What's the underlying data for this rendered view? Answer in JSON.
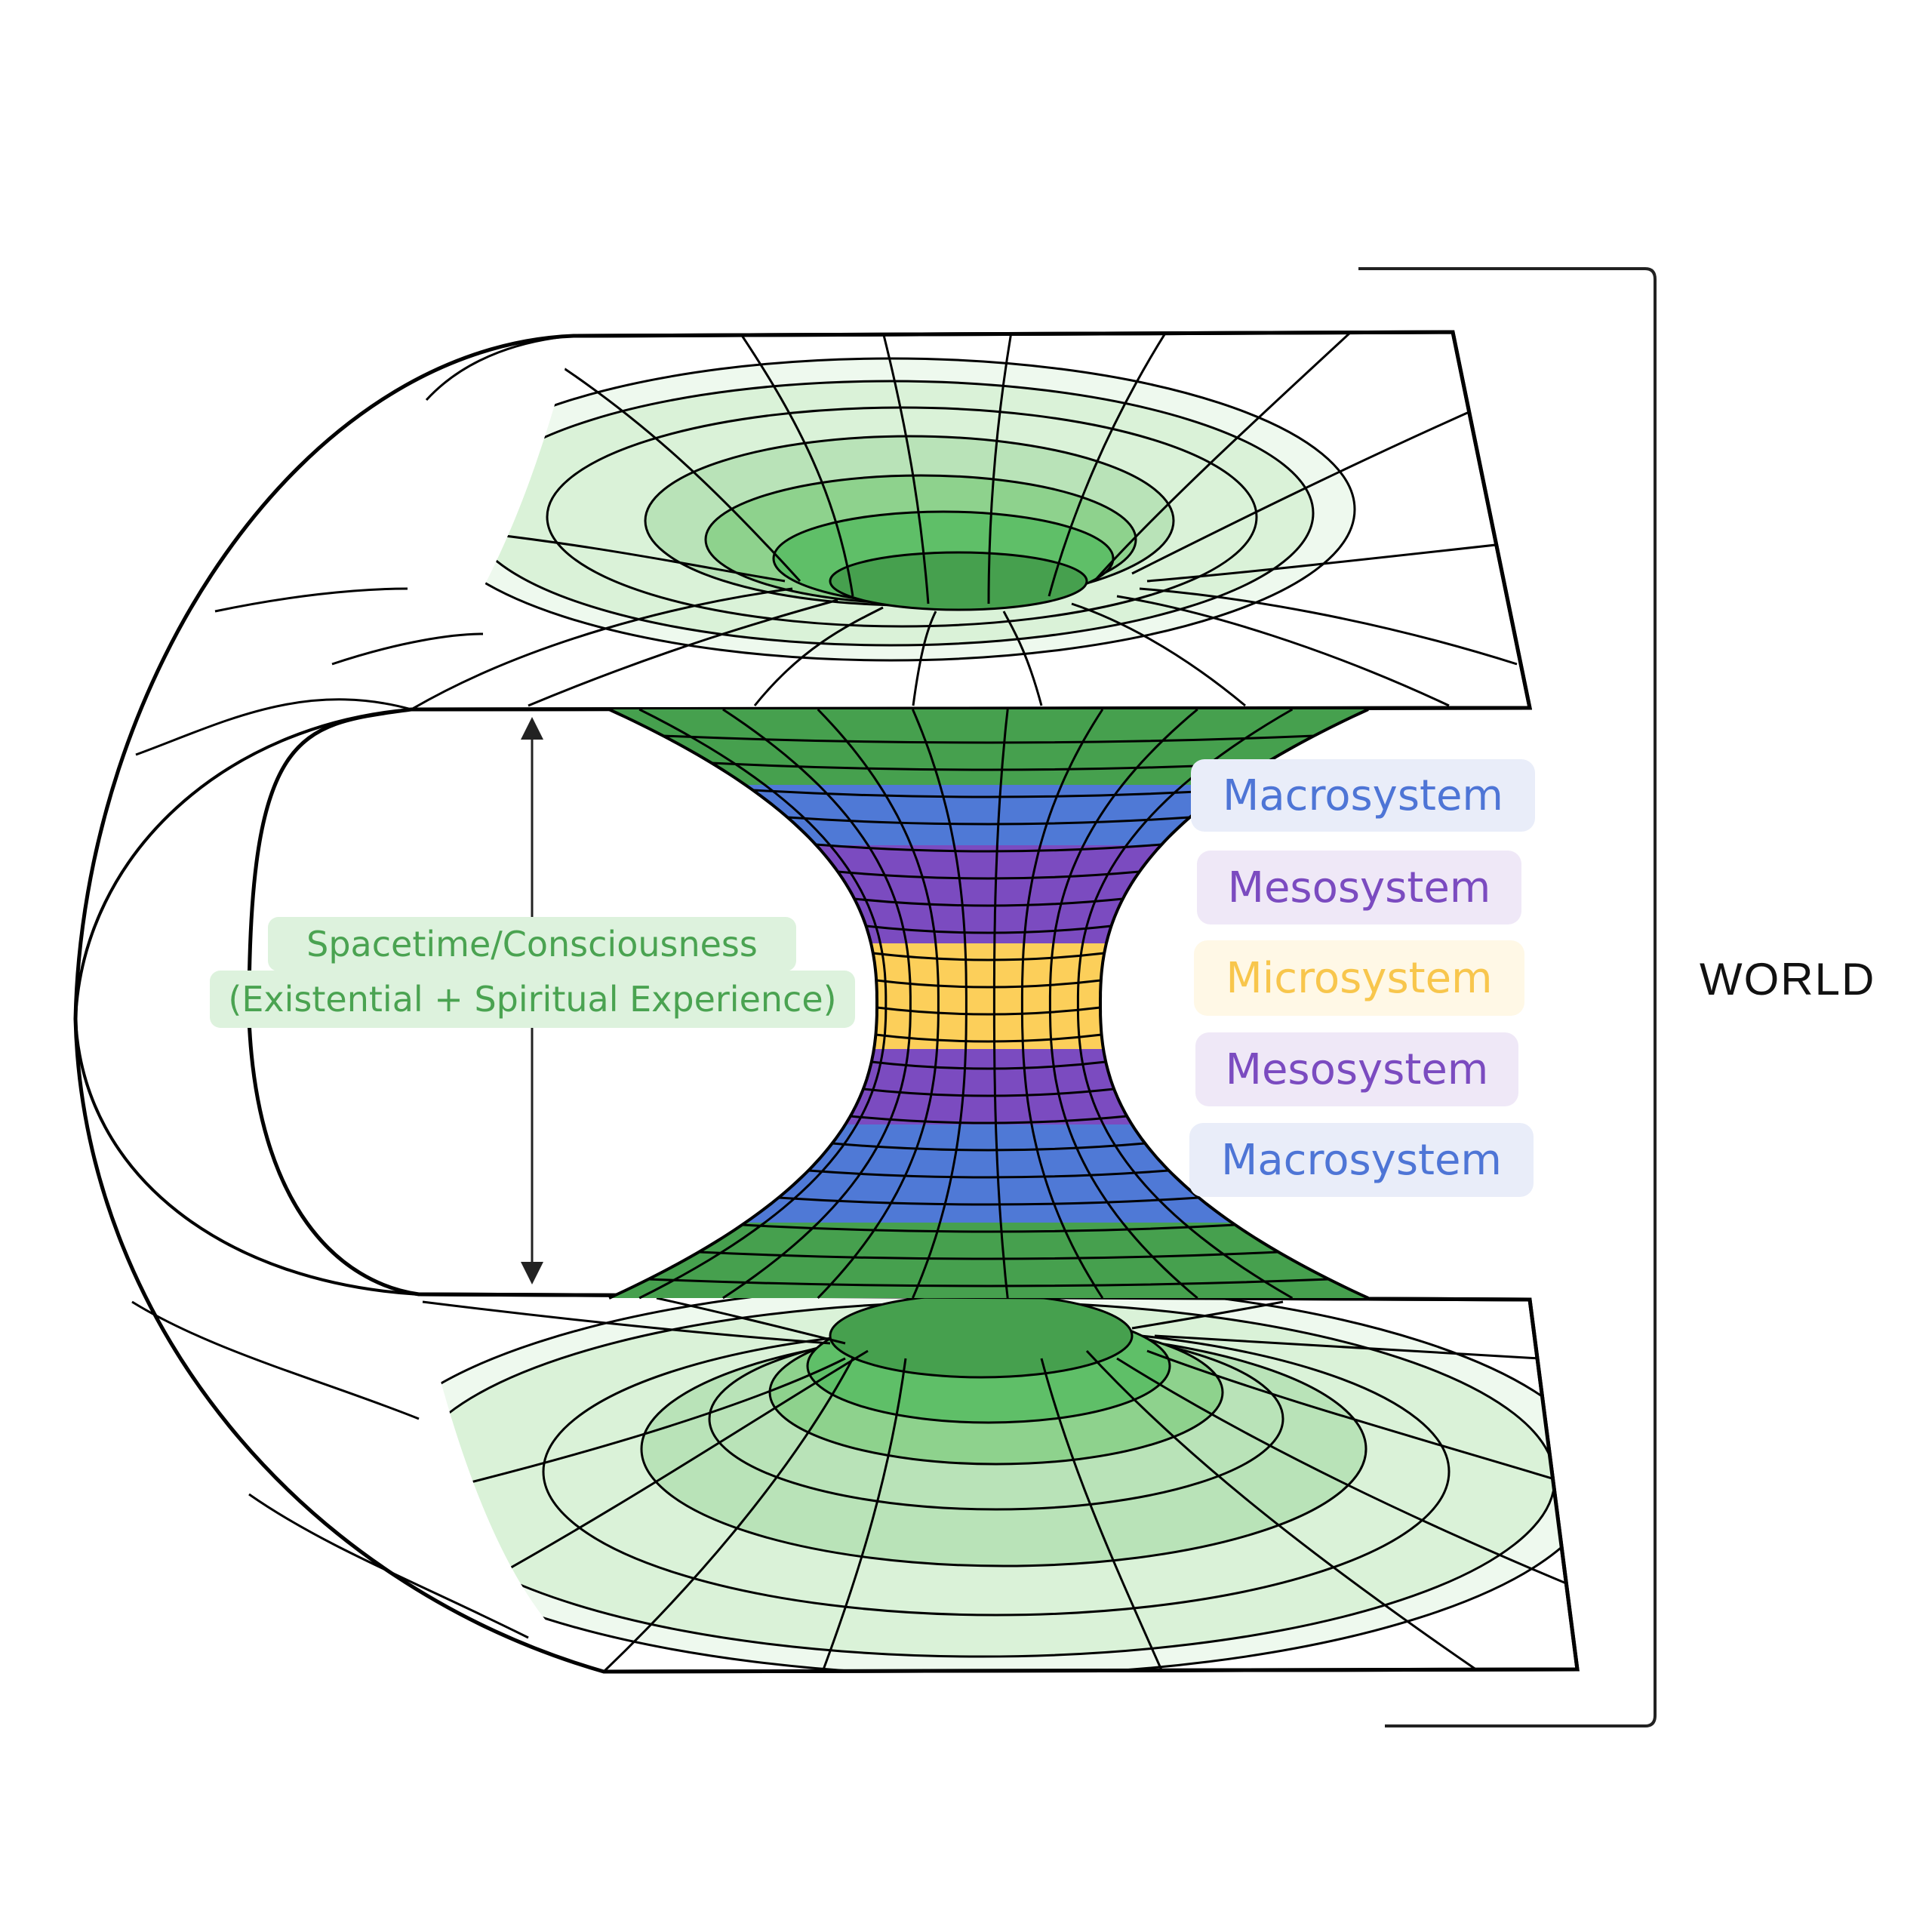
{
  "colors": {
    "outline": "#000000",
    "sheet_outer": "#eef9ee",
    "ring_1": "#daf2d8",
    "ring_2": "#b9e3b8",
    "ring_3": "#8ed28d",
    "ring_4": "#5fbf68",
    "throat_green": "#46a04e",
    "macrosystem": "#4f79d6",
    "mesosystem": "#7b4bc0",
    "microsystem": "#fccf5a",
    "spacetime_text": "#4aa351",
    "spacetime_bg": "#ddf2dd",
    "world_text": "#111111"
  },
  "icons": {
    "arrow": "double-headed-arrow-icon",
    "bracket": "world-bracket"
  },
  "annotation": {
    "line1": "Spacetime/Consciousness",
    "line2": "(Existential + Spiritual Experience)"
  },
  "layers": [
    {
      "label": "Macrosystem",
      "text_color": "#4e75d6",
      "bg_color": "#e9edf9"
    },
    {
      "label": "Mesosystem",
      "text_color": "#7b4bc0",
      "bg_color": "#efe8f7"
    },
    {
      "label": "Microsystem",
      "text_color": "#f8c64c",
      "bg_color": "#fff8e6"
    },
    {
      "label": "Mesosystem",
      "text_color": "#7b4bc0",
      "bg_color": "#efe8f7"
    },
    {
      "label": "Macrosystem",
      "text_color": "#4e75d6",
      "bg_color": "#e9edf9"
    }
  ],
  "world_label": "WORLD"
}
